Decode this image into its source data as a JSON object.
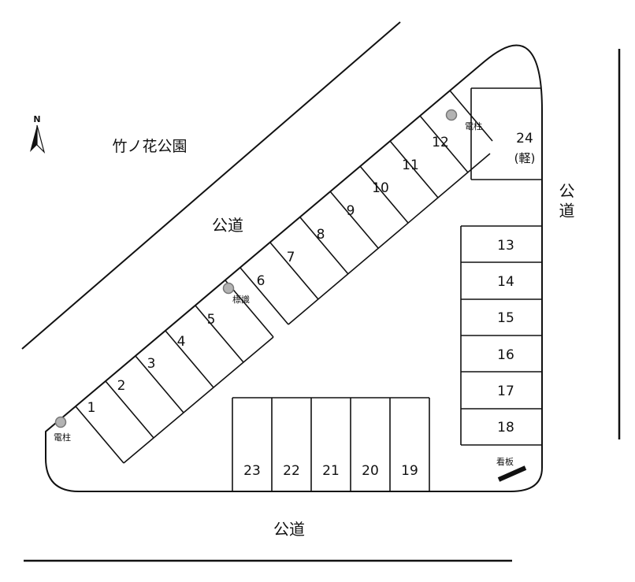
{
  "park_name": "竹ノ花公園",
  "compass": {
    "label": "N"
  },
  "roads": {
    "diagonal_label": "公道",
    "right_label": "公道",
    "bottom_label": "公道"
  },
  "markers": {
    "pole_top_label": "電柱",
    "sign_label": "標識",
    "pole_left_label": "電柱",
    "board_label": "看板"
  },
  "spaces": {
    "diagonal": [
      "1",
      "2",
      "3",
      "4",
      "5",
      "6",
      "7",
      "8",
      "9",
      "10",
      "11",
      "12"
    ],
    "right_column": [
      "13",
      "14",
      "15",
      "16",
      "17",
      "18"
    ],
    "bottom_row": [
      "23",
      "22",
      "21",
      "20",
      "19"
    ],
    "kei_number": "24",
    "kei_note": "(軽)"
  }
}
